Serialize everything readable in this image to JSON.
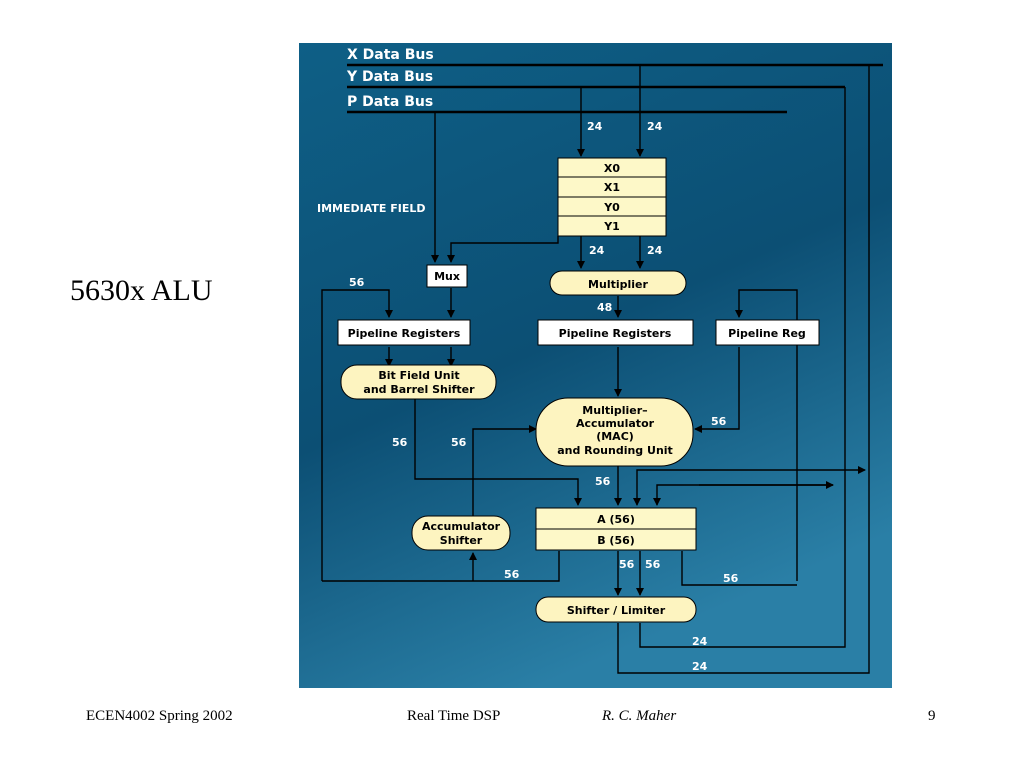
{
  "slide": {
    "title": "5630x ALU",
    "footer_left": "ECEN4002 Spring 2002",
    "footer_center": "Real Time DSP",
    "footer_author": "R. C. Maher",
    "footer_page": "9"
  },
  "diagram": {
    "buses": {
      "x": "X Data Bus",
      "y": "Y Data Bus",
      "p": "P Data Bus"
    },
    "immediate_field": "IMMEDIATE FIELD",
    "registers": [
      "X0",
      "X1",
      "Y0",
      "Y1"
    ],
    "mux": "Mux",
    "multiplier": "Multiplier",
    "pipeline_left": "Pipeline Registers",
    "pipeline_mid": "Pipeline Registers",
    "pipeline_right": "Pipeline Reg",
    "bitfield": [
      "Bit Field Unit",
      "and Barrel Shifter"
    ],
    "mac": [
      "Multiplier–",
      "Accumulator",
      "(MAC)",
      "and Rounding Unit"
    ],
    "acc_a": "A (56)",
    "acc_b": "B (56)",
    "acc_shifter": [
      "Accumulator",
      "Shifter"
    ],
    "shifter_limiter": "Shifter / Limiter",
    "widths": {
      "xbus": "24",
      "ybus": "24",
      "reg_out_left": "24",
      "reg_out_right": "24",
      "mux_in": "56",
      "mult_out": "48",
      "mac_in_right": "56",
      "bfu_out": "56",
      "accsh_out": "56",
      "mac_out": "56",
      "ab_out_1": "56",
      "ab_out_2": "56",
      "ab_left_feedback": "56",
      "ab_right_feedback": "56",
      "sl_out_1": "24",
      "sl_out_2": "24"
    }
  }
}
